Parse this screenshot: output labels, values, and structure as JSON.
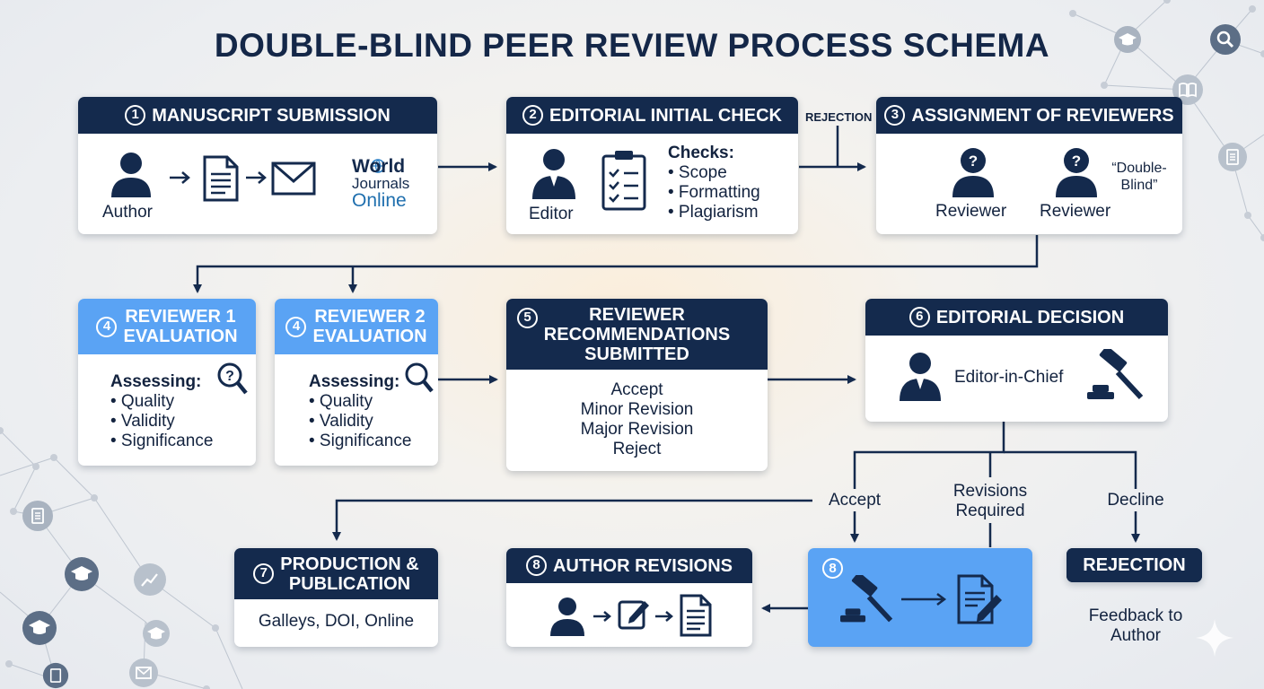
{
  "title": "DOUBLE-BLIND PEER REVIEW PROCESS SCHEMA",
  "colors": {
    "navy": "#142a4d",
    "accent_blue": "#5aa3f4",
    "card": "#ffffff"
  },
  "step1": {
    "num": "1",
    "title": "MANUSCRIPT SUBMISSION",
    "author": "Author",
    "brand_line1": "World",
    "brand_line2": "Journals",
    "brand_line3": "Online",
    "icons": [
      "person-icon",
      "document-icon",
      "envelope-icon",
      "globe-icon"
    ]
  },
  "step2": {
    "num": "2",
    "title": "EDITORIAL INITIAL CHECK",
    "editor": "Editor",
    "checks_title": "Checks:",
    "checks": [
      "• Scope",
      "• Formatting",
      "• Plagiarism"
    ],
    "icons": [
      "person-icon",
      "clipboard-checklist-icon"
    ]
  },
  "rejection_small": "REJECTION",
  "step3": {
    "num": "3",
    "title": "ASSIGNMENT OF REVIEWERS",
    "reviewer_a": "Reviewer",
    "reviewer_b": "Reviewer",
    "note_line1": "“Double-",
    "note_line2": "Blind”",
    "icons": [
      "anonymous-person-icon",
      "anonymous-person-icon"
    ]
  },
  "step4a": {
    "num": "4",
    "title_line1": "REVIEWER 1",
    "title_line2": "EVALUATION",
    "assess": "Assessing:",
    "items": [
      "• Quality",
      "• Validity",
      "• Significance"
    ],
    "icons": [
      "magnifier-question-icon"
    ]
  },
  "step4b": {
    "num": "4",
    "title_line1": "REVIEWER 2",
    "title_line2": "EVALUATION",
    "assess": "Assessing:",
    "items": [
      "• Quality",
      "• Validity",
      "• Significance"
    ],
    "icons": [
      "magnifier-icon"
    ]
  },
  "step5": {
    "num": "5",
    "title_line1": "REVIEWER",
    "title_line2": "RECOMMENDATIONS",
    "title_line3": "SUBMITTED",
    "options": [
      "Accept",
      "Minor Revision",
      "Major Revision",
      "Reject"
    ]
  },
  "step6": {
    "num": "6",
    "title": "EDITORIAL DECISION",
    "chief": "Editor-in-Chief",
    "icons": [
      "person-icon",
      "gavel-icon"
    ]
  },
  "branches": {
    "accept": "Accept",
    "revisions_line1": "Revisions",
    "revisions_line2": "Required",
    "decline": "Decline"
  },
  "step7": {
    "num": "7",
    "title_line1": "PRODUCTION &",
    "title_line2": "PUBLICATION",
    "body": "Galleys, DOI, Online"
  },
  "step8": {
    "num": "8",
    "title": "AUTHOR REVISIONS",
    "icons": [
      "person-icon",
      "edit-icon",
      "document-icon"
    ]
  },
  "step8b": {
    "num": "8",
    "icons": [
      "gavel-icon",
      "edit-document-icon"
    ]
  },
  "rejection": {
    "title": "REJECTION",
    "feedback_line1": "Feedback to",
    "feedback_line2": "Author"
  },
  "decor_icons": [
    "graduation-cap-icon",
    "search-icon",
    "book-icon",
    "document-icon",
    "chart-icon",
    "mail-icon",
    "sparkle-icon"
  ]
}
